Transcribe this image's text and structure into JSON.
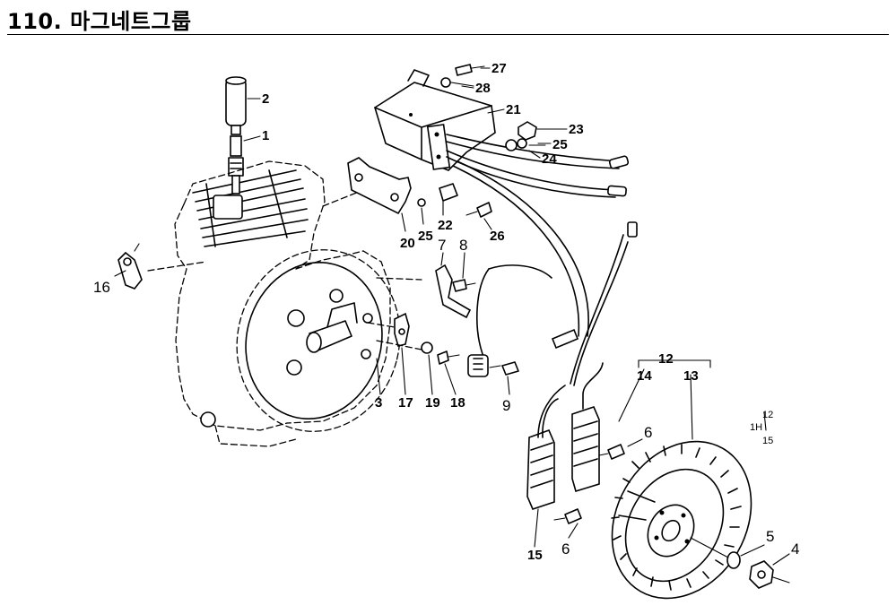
{
  "header": {
    "title": "110. 마그네트그룹"
  },
  "diagram": {
    "part_numbers": {
      "p1": "1",
      "p2": "2",
      "p3": "3",
      "p4": "4",
      "p5": "5",
      "p6a": "6",
      "p6b": "6",
      "p7": "7",
      "p8": "8",
      "p9": "9",
      "p12": "12",
      "p13": "13",
      "p14": "14",
      "p15": "15",
      "p16": "16",
      "p17": "17",
      "p18": "18",
      "p19": "19",
      "p20": "20",
      "p21": "21",
      "p22": "22",
      "p23": "23",
      "p24": "24",
      "p25a": "25",
      "p25b": "25",
      "p26": "26",
      "p27": "27",
      "p28": "28"
    },
    "note": {
      "l1": "12",
      "l2": "1H",
      "l3": "15"
    }
  }
}
